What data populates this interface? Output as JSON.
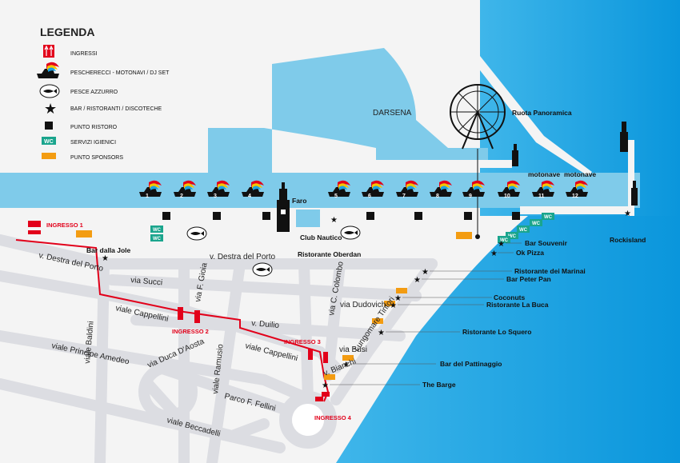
{
  "legend": {
    "title": "LEGENDA",
    "items": [
      {
        "icon": "ingressi-icon",
        "label": "INGRESSI"
      },
      {
        "icon": "boat-icon",
        "label": "PESCHERECCI - MOTONAVI / DJ SET"
      },
      {
        "icon": "fish-icon",
        "label": "PESCE AZZURRO"
      },
      {
        "icon": "star-icon",
        "label": "BAR / RISTORANTI / DISCOTECHE"
      },
      {
        "icon": "square-icon",
        "label": "PUNTO RISTORO"
      },
      {
        "icon": "wc-icon",
        "label": "SERVIZI IGIENICI"
      },
      {
        "icon": "sponsor-icon",
        "label": "PUNTO SPONSORS"
      }
    ]
  },
  "colors": {
    "sea": "#0b9ddf",
    "harbor": "#7fcbea",
    "road": "#dcdde2",
    "ingresso": "#e2001a",
    "wc": "#1aa58d",
    "sponsor": "#f39c12"
  },
  "places": {
    "darsena": "DARSENA",
    "ruota": "Ruota Panoramica",
    "faro": "Faro",
    "club_nautico": "Club Nautico",
    "rockisland": "Rockisland",
    "motonave1": "motonave",
    "motonave2": "motonave",
    "bar_jole": "Bar dalla Jole",
    "ristorante_oberdan": "Ristorante Oberdan",
    "bar_souvenir": "Bar Souvenir",
    "ok_pizza": "Ok Pizza",
    "ristorante_marinai": "Ristorante dei Marinai",
    "bar_peter_pan": "Bar Peter Pan",
    "coconuts": "Coconuts",
    "ristorante_buca": "Ristorante La Buca",
    "ristorante_squero": "Ristorante Lo Squero",
    "bar_pattinaggio": "Bar del Pattinaggio",
    "the_barge": "The Barge"
  },
  "boats": [
    "1",
    "2",
    "3",
    "4",
    "5",
    "6",
    "7",
    "8",
    "9",
    "10",
    "11",
    "12"
  ],
  "wc_label": "WC",
  "ingressi": [
    "INGRESSO 1",
    "INGRESSO 2",
    "INGRESSO 3",
    "INGRESSO 4"
  ],
  "streets": {
    "destra_porto_1": "v. Destra del Porto",
    "destra_porto_2": "v. Destra del Porto",
    "succi": "via Succi",
    "gioia": "via F. Gioia",
    "colombo": "via C. Colombo",
    "dudovich": "via Dudovich",
    "tintori": "Lungomare Tintori",
    "cappellini_1": "viale Cappellini",
    "cappellini_2": "viale Cappellini",
    "duilio": "v. Duilio",
    "baldini": "viale Baldini",
    "amedeo": "viale Principe Amedeo",
    "duca_aosta": "via Duca D'Aosta",
    "ramusio": "viale Ramusio",
    "busi": "via Busi",
    "bianchi": "v. Bianchi",
    "fellini": "Parco F. Fellini",
    "beccadelli": "viale Beccadelli"
  }
}
